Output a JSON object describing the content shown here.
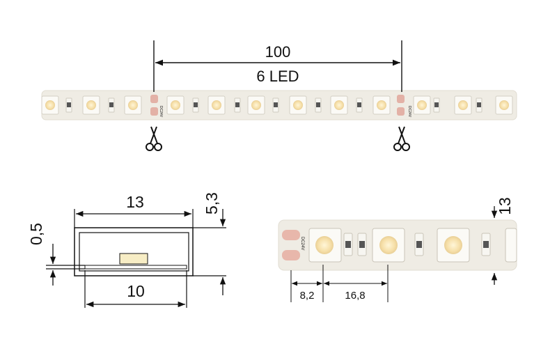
{
  "top_strip": {
    "length_value": "100",
    "led_count": "6 LED",
    "strip_text_1": "DC24V",
    "strip_text_2": "DC24V"
  },
  "cross_section": {
    "width_outer": "13",
    "width_inner": "10",
    "height_label": "5,3",
    "thickness_label": "0,5"
  },
  "detail_strip": {
    "height_label": "13",
    "offset_label": "8,2",
    "pitch_label": "16,8",
    "strip_text": "DC24V"
  },
  "icons": [
    "scissors-icon",
    "scissors-icon"
  ],
  "colors": {
    "strip_body": "#efece4",
    "led": "#f3e2b6",
    "cut_pad": "#e8b7ab",
    "line": "#111111"
  }
}
